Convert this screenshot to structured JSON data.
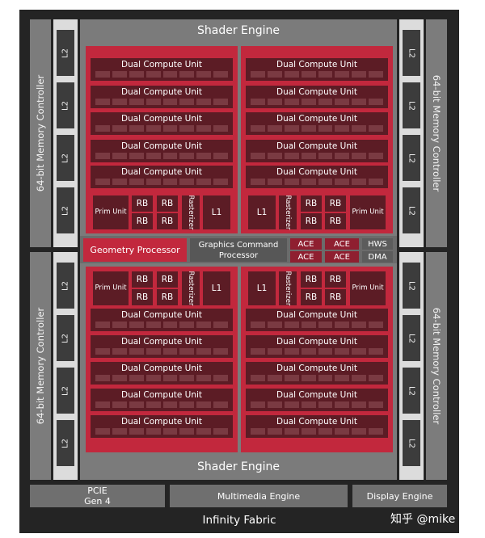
{
  "shader_engine_label": "Shader Engine",
  "memory_controller_label": "64-bit Memory Controller",
  "l2_label": "L2",
  "dcu_label": "Dual Compute Unit",
  "prim_unit_label": "Prim Unit",
  "rb_label": "RB",
  "rasterizer_label": "Rasterizer",
  "l1_label": "L1",
  "geometry_processor": "Geometry Processor",
  "graphics_command_processor": "Graphics Command Processor",
  "ace_label": "ACE",
  "hws_label": "HWS",
  "dma_label": "DMA",
  "pcie_label": "PCIE\nGen 4",
  "multimedia_engine": "Multimedia Engine",
  "display_engine": "Display Engine",
  "infinity_fabric": "Infinity Fabric",
  "watermark": "知乎 @mike",
  "colors": {
    "die": "#242424",
    "compute_red": "#c2283d",
    "compute_dark": "#5c1c25",
    "gray_block": "#7b7b7b"
  }
}
